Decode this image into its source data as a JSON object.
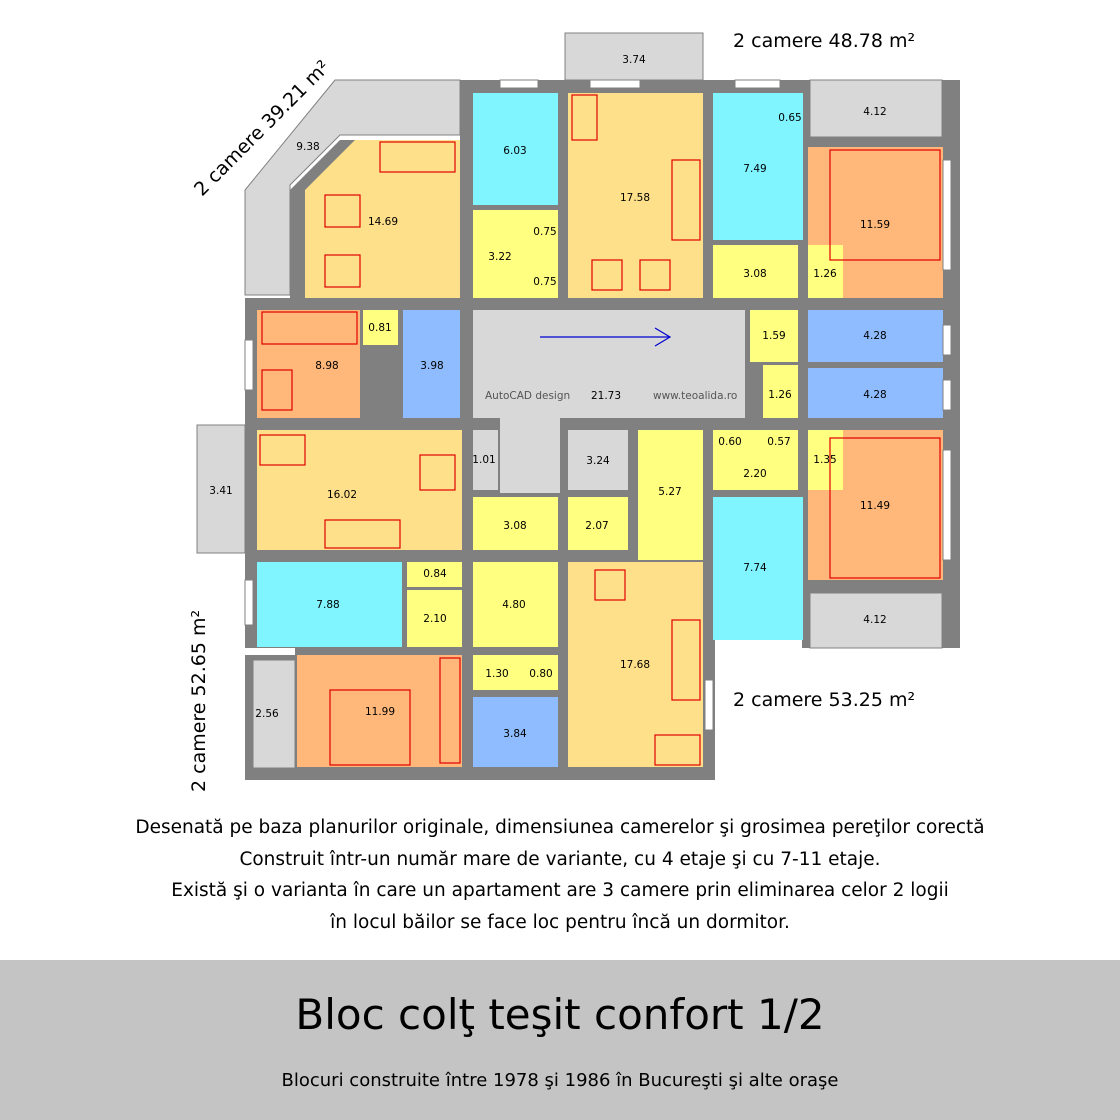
{
  "apartments": {
    "a1": "2 camere 39.21 m²",
    "a2": "2 camere 48.78 m²",
    "a3": "2 camere 53.25 m²",
    "a4": "2 camere 52.65 m²"
  },
  "rooms": {
    "r1": "9.38",
    "r2": "14.69",
    "r3": "6.03",
    "r4": "3.22",
    "r5": "0.75",
    "r6": "0.75",
    "r7": "3.74",
    "r8": "17.58",
    "r9": "7.49",
    "r10": "0.65",
    "r11": "4.12",
    "r12": "11.59",
    "r13": "3.08",
    "r14": "1.26",
    "r15": "0.81",
    "r16": "8.98",
    "r17": "3.98",
    "r18": "21.73",
    "r19": "1.59",
    "r20": "4.28",
    "r21": "1.26",
    "r22": "4.28",
    "r23": "3.41",
    "r24": "16.02",
    "r25": "1.01",
    "r26": "3.24",
    "r27": "5.27",
    "r28": "0.60",
    "r29": "0.57",
    "r30": "2.20",
    "r31": "1.35",
    "r32": "11.49",
    "r33": "3.08",
    "r34": "2.07",
    "r35": "7.74",
    "r36": "0.84",
    "r37": "7.88",
    "r38": "2.10",
    "r39": "4.80",
    "r40": "17.68",
    "r41": "4.12",
    "r42": "1.30",
    "r43": "0.80",
    "r44": "2.56",
    "r45": "11.99",
    "r46": "3.84"
  },
  "credits": {
    "left": "AutoCAD design",
    "right": "www.teoalida.ro"
  },
  "description": [
    "Desenată pe baza planurilor originale, dimensiunea camerelor şi grosimea pereţilor corectă",
    "Construit într-un număr mare de variante, cu 4 etaje şi cu 7-11 etaje.",
    "Există şi o varianta în care un apartament are 3 camere prin eliminarea celor 2 logii",
    "în locul băilor se face loc pentru încă un dormitor."
  ],
  "title": "Bloc colţ teşit confort 1/2",
  "subtitle": "Blocuri construite între 1978 şi 1986 în Bucureşti şi alte oraşe",
  "colors": {
    "wall": "#808080",
    "living": "#ffe08a",
    "bedroom": "#ffb77a",
    "kitchen": "#80f4ff",
    "bath": "#8ebcff",
    "hall": "#ffff80",
    "balcony": "#d8d8d8",
    "stair": "#d8d8d8",
    "furniture": "#e00000",
    "door": "#0000d0",
    "footer": "#c4c4c4"
  }
}
